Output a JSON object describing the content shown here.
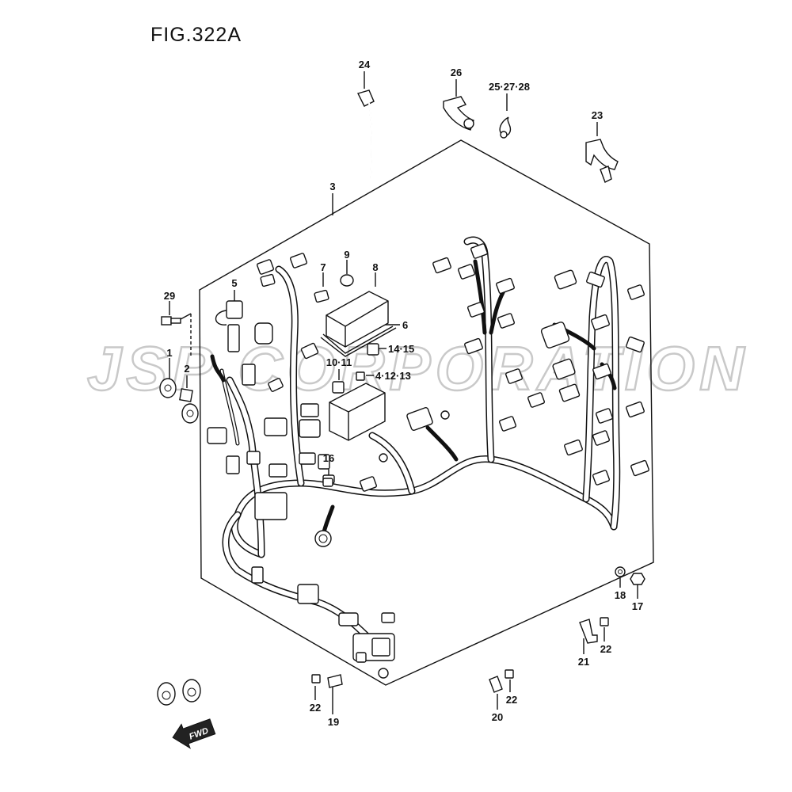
{
  "figure": {
    "title": "FIG.322A"
  },
  "watermark": {
    "text": "JSP CORPORATION"
  },
  "fwd_badge": {
    "text": "FWD"
  },
  "callouts": {
    "c1": "1",
    "c2": "2",
    "c3": "3",
    "c5": "5",
    "c6": "6",
    "c7": "7",
    "c8": "8",
    "c9": "9",
    "c10_11": "10·11",
    "c14_15": "14·15",
    "c4_12_13": "4·12·13",
    "c16": "16",
    "c17": "17",
    "c18": "18",
    "c19": "19",
    "c20": "20",
    "c21": "21",
    "c22a": "22",
    "c22b": "22",
    "c22c": "22",
    "c23": "23",
    "c24": "24",
    "c25_27_28": "25·27·28",
    "c26": "26",
    "c29": "29"
  }
}
